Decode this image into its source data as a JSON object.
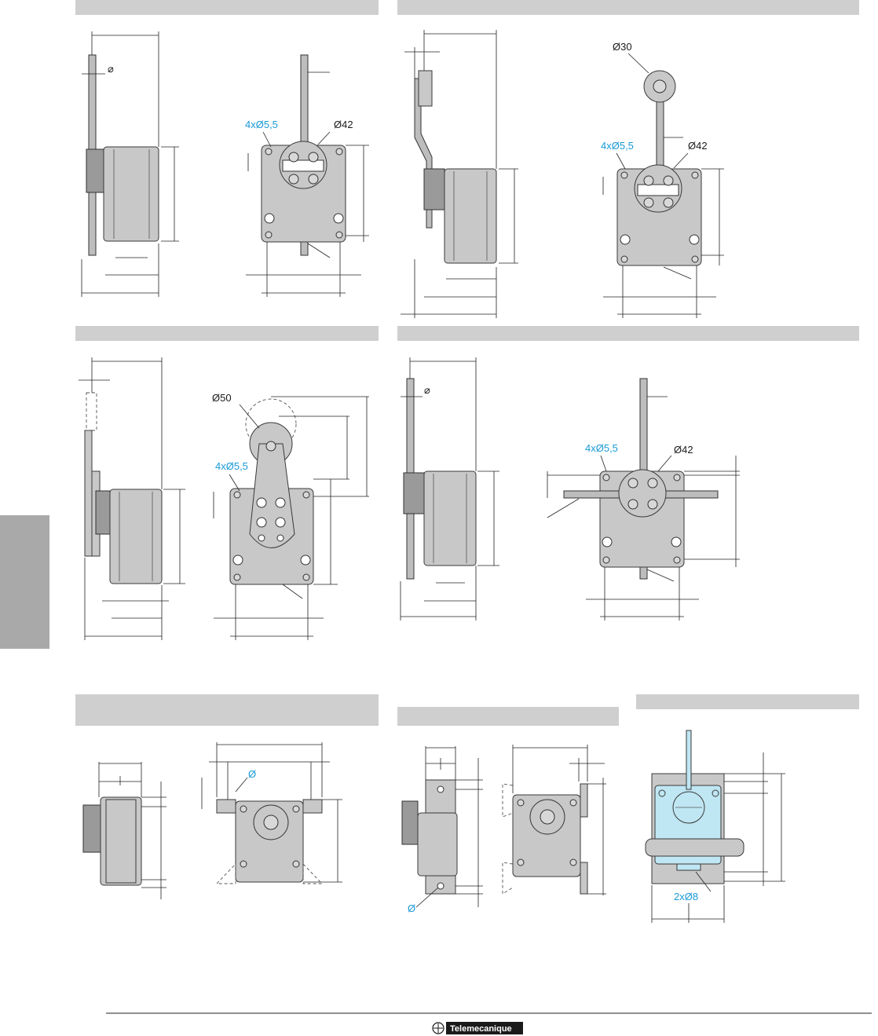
{
  "labels": {
    "diam_square": "⌀",
    "holes_4x55": "4xØ5,5",
    "diam_42": "Ø42",
    "diam_30": "Ø30",
    "diam_50": "Ø50",
    "diam_plain": "Ø",
    "holes_2x8": "2xØ8"
  },
  "footer": {
    "brand": "Telemecanique"
  },
  "colors": {
    "callout_blue": "#1a9ad6",
    "highlight_cyan": "#bfe6f3",
    "header_gray": "#cfcfcf"
  }
}
